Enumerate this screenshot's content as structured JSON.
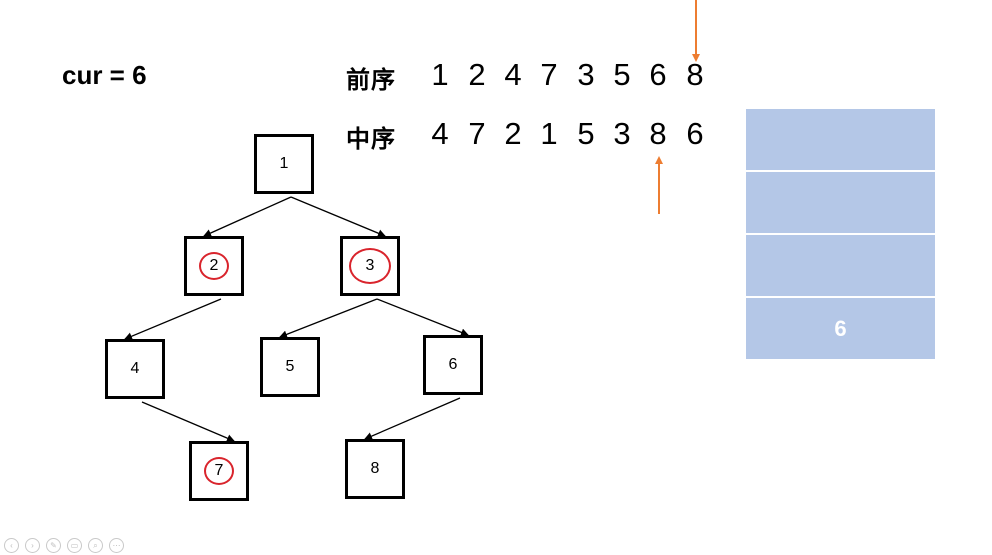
{
  "cur": {
    "label": "cur = 6"
  },
  "preorder": {
    "label": "前序",
    "values": [
      "1",
      "2",
      "4",
      "7",
      "3",
      "5",
      "6",
      "8"
    ]
  },
  "inorder": {
    "label": "中序",
    "values": [
      "4",
      "7",
      "2",
      "1",
      "5",
      "3",
      "8",
      "6"
    ]
  },
  "pointers": {
    "preorder_index": 7,
    "inorder_index": 6,
    "color": "#ed7d31"
  },
  "tree": {
    "nodes": [
      {
        "value": "1",
        "highlighted": false
      },
      {
        "value": "2",
        "highlighted": true
      },
      {
        "value": "3",
        "highlighted": true
      },
      {
        "value": "4",
        "highlighted": false
      },
      {
        "value": "5",
        "highlighted": false
      },
      {
        "value": "6",
        "highlighted": false
      },
      {
        "value": "7",
        "highlighted": true
      },
      {
        "value": "8",
        "highlighted": false
      }
    ],
    "edges": [
      [
        "1",
        "2"
      ],
      [
        "1",
        "3"
      ],
      [
        "2",
        "4"
      ],
      [
        "3",
        "5"
      ],
      [
        "3",
        "6"
      ],
      [
        "4",
        "7"
      ],
      [
        "6",
        "8"
      ]
    ],
    "highlight_color": "#d9242c"
  },
  "stack": {
    "cells": [
      "",
      "",
      "",
      "6"
    ],
    "fill_color": "#b4c7e7"
  },
  "toolbar": {
    "icons": [
      "prev-icon",
      "next-icon",
      "pen-icon",
      "slides-icon",
      "zoom-icon",
      "more-icon"
    ]
  }
}
